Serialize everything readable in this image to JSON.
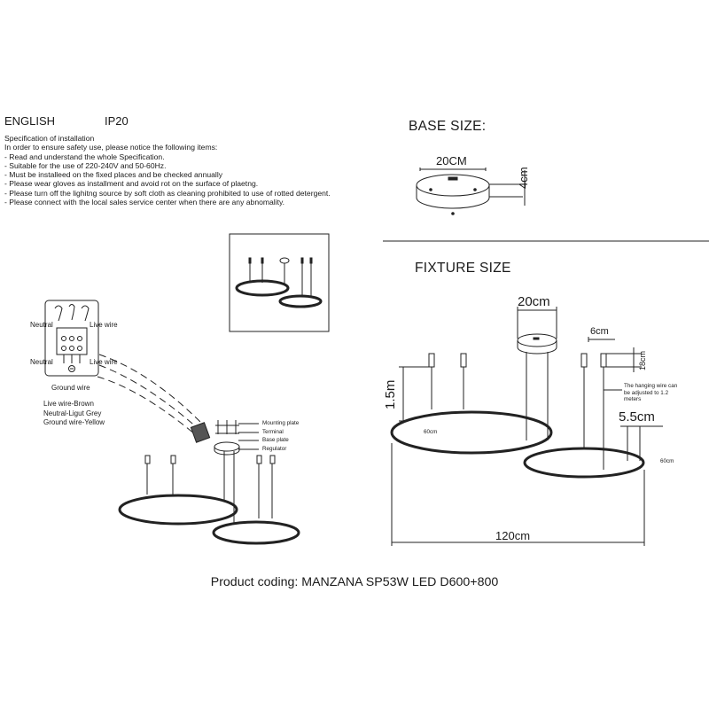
{
  "header": {
    "language": "ENGLISH",
    "ip_rating": "IP20"
  },
  "specification": {
    "lines": [
      "Specification of installation",
      "In order to ensure safety use, please notice the following items:",
      "- Read and understand the whole Specification.",
      "- Suitable for the use of 220-240V and 50-60Hz.",
      "- Must be installeed on the fixed places and be checked annually",
      "- Please wear gloves as installment and avoid rot on the surface of plaetng.",
      "- Please turn off the lighitng source by soft cloth as cleaning prohibited to use of rotted detergent.",
      "- Please connect with the local sales service center when there are any abnomality."
    ]
  },
  "base": {
    "heading": "BASE SIZE:",
    "width": "20CM",
    "height": "4cm"
  },
  "fixture": {
    "heading": "FIXTURE SIZE",
    "canopy_width": "20cm",
    "cap_width": "6cm",
    "cap_height": "18cm",
    "drop": "1.5m",
    "ring_thickness": "5.5cm",
    "ring_label_left": "60cm",
    "ring_label_right": "60cm",
    "overall_width": "120cm",
    "hanging_note": [
      "The hanging wire can",
      "be adjusted to 1.2",
      "meters"
    ]
  },
  "wiring": {
    "neutral_top": "Neutral",
    "live_top": "Live wire",
    "neutral_mid": "Neutral",
    "live_mid": "Live wire",
    "ground": "Ground wire",
    "legend": [
      "Live wire-Brown",
      "Neutral-Ligut Grey",
      "Ground wire-Yellow"
    ]
  },
  "mounting": {
    "mounting_plate": "Mounting plate",
    "terminal": "Terminal",
    "base_plate": "Base plate",
    "regulator": "Regulator"
  },
  "product": {
    "coding": "Product coding: MANZANA SP53W LED D600+800"
  }
}
